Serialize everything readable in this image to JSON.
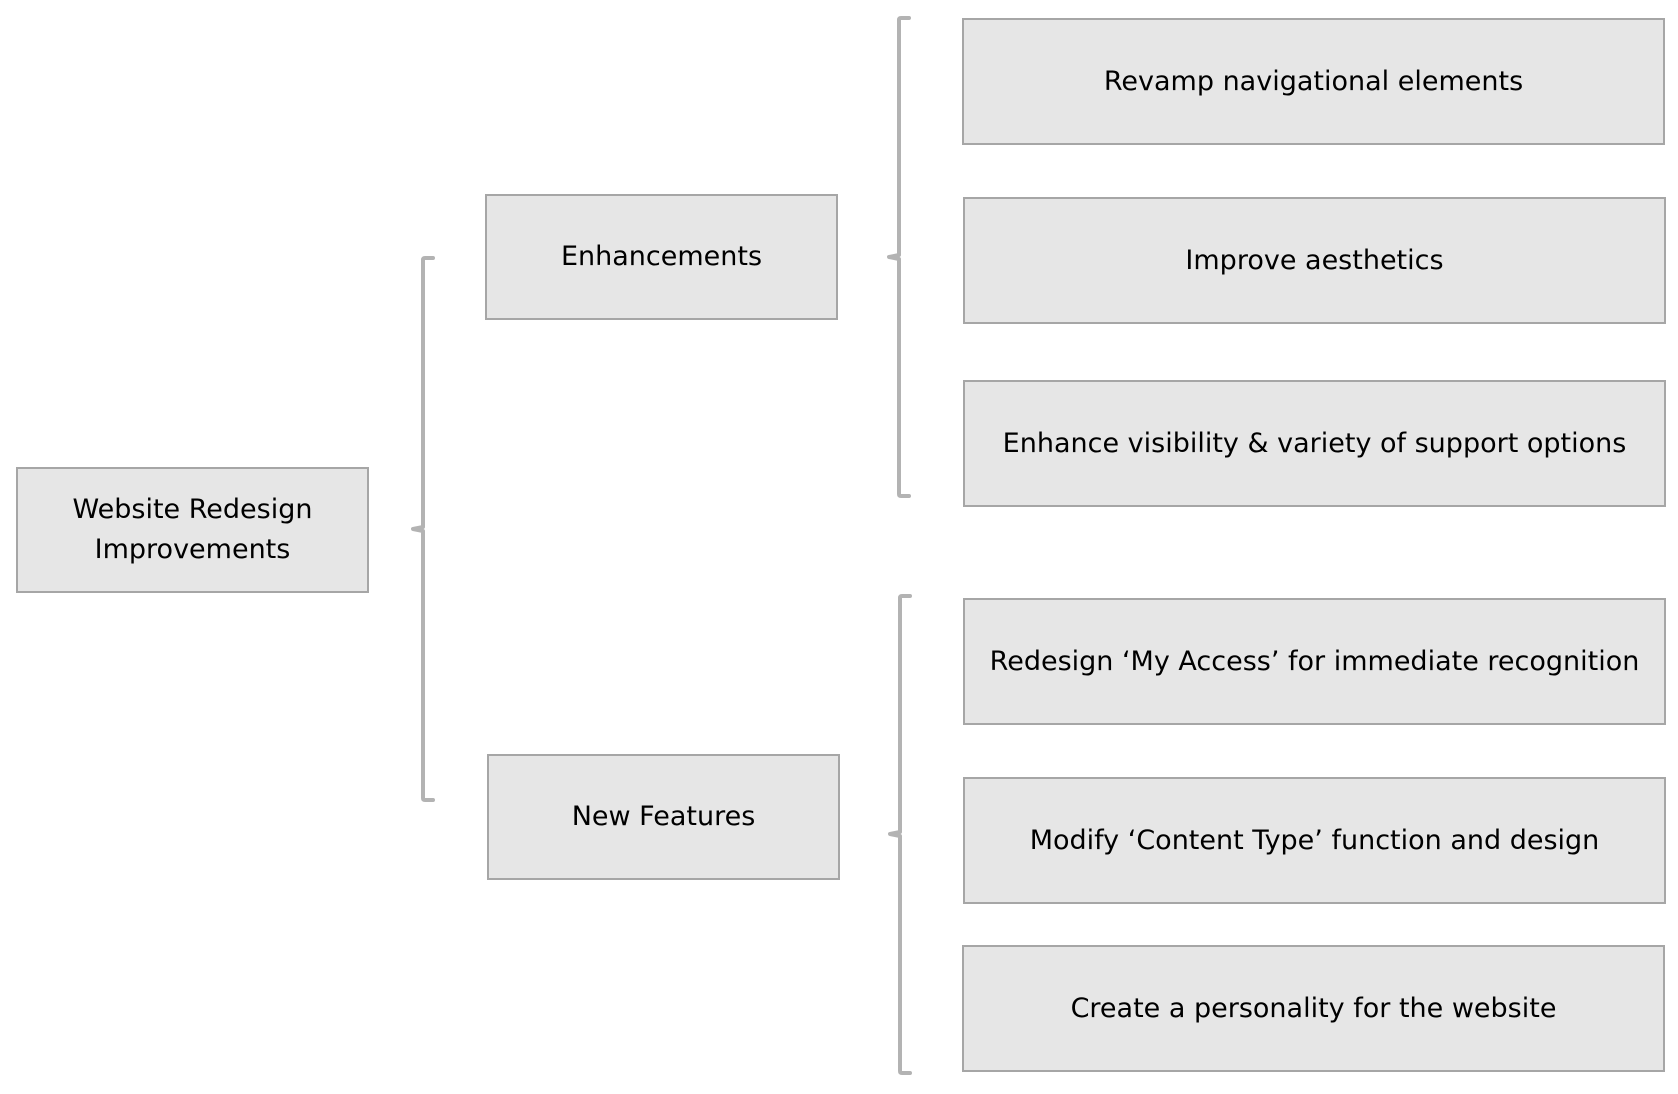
{
  "root": {
    "line1": "Website Redesign",
    "line2": "Improvements"
  },
  "branches": [
    {
      "label": "Enhancements",
      "items": [
        "Revamp navigational elements",
        "Improve aesthetics",
        "Enhance visibility & variety of support options"
      ]
    },
    {
      "label": "New Features",
      "items": [
        "Redesign ‘My Access’ for immediate recognition",
        "Modify ‘Content Type’ function and design",
        "Create a personality for the website"
      ]
    }
  ],
  "colors": {
    "box_fill": "#e6e6e6",
    "box_border": "#a6a6a6",
    "bracket": "#b3b3b3"
  }
}
